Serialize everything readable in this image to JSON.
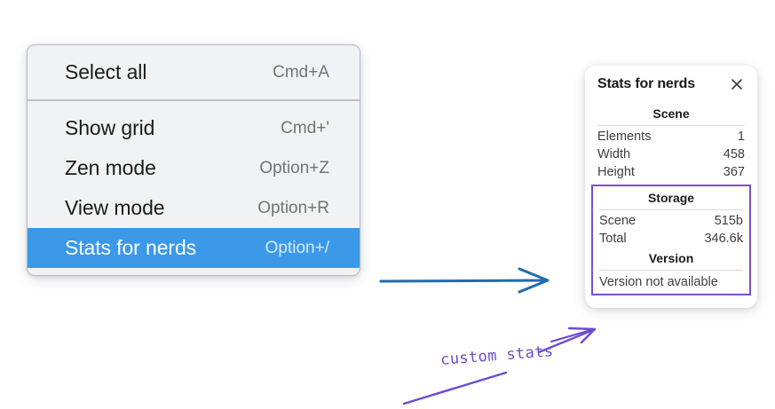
{
  "context_menu": {
    "name": "canvas-context-menu",
    "sections": [
      {
        "items": [
          {
            "label": "Select all",
            "shortcut": "Cmd+A",
            "selected": false
          }
        ]
      },
      {
        "items": [
          {
            "label": "Show grid",
            "shortcut": "Cmd+'",
            "selected": false
          },
          {
            "label": "Zen mode",
            "shortcut": "Option+Z",
            "selected": false
          },
          {
            "label": "View mode",
            "shortcut": "Option+R",
            "selected": false
          },
          {
            "label": "Stats for nerds",
            "shortcut": "Option+/",
            "selected": true
          }
        ]
      }
    ],
    "selected_highlight_color": "#3b99e8"
  },
  "stats_panel": {
    "title": "Stats for nerds",
    "close_icon": "close-icon",
    "scene": {
      "heading": "Scene",
      "rows": [
        {
          "key": "Elements",
          "value": "1"
        },
        {
          "key": "Width",
          "value": "458"
        },
        {
          "key": "Height",
          "value": "367"
        }
      ]
    },
    "storage": {
      "heading": "Storage",
      "rows": [
        {
          "key": "Scene",
          "value": "515b"
        },
        {
          "key": "Total",
          "value": "346.6k"
        }
      ]
    },
    "version": {
      "heading": "Version",
      "text": "Version not available"
    },
    "highlight_border_color": "#7a4fd6"
  },
  "annotations": {
    "handwritten_label": "custom stats",
    "blue_arrow_color": "#1f6bb0",
    "purple_arrow_color": "#6d4bd0"
  }
}
